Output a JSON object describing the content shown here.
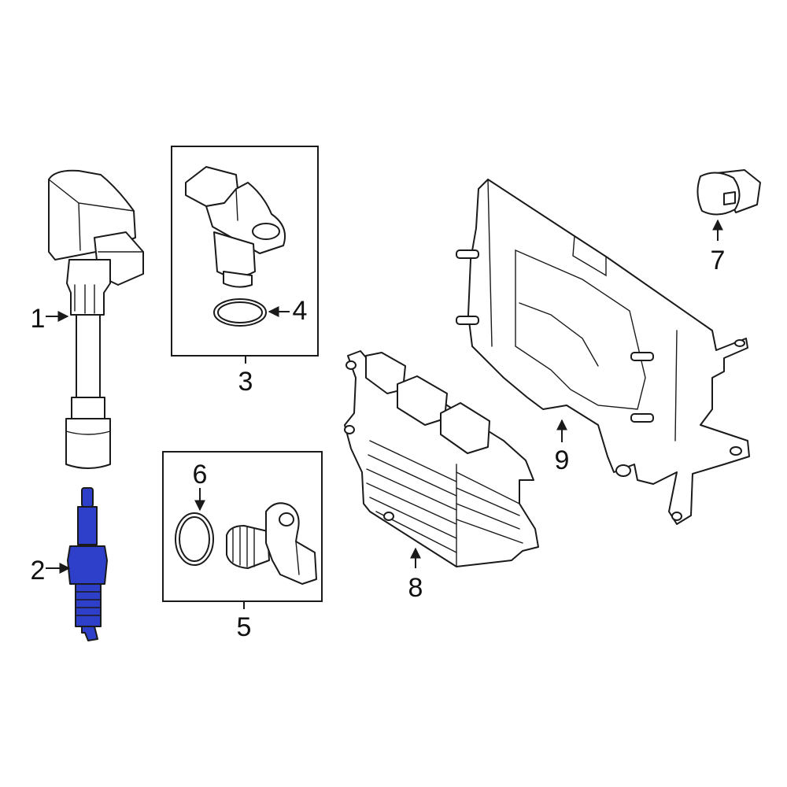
{
  "colors": {
    "line": "#1a1a1a",
    "highlight": "#2e3fc9",
    "background": "#ffffff"
  },
  "callouts": [
    {
      "id": "1",
      "label": "1"
    },
    {
      "id": "2",
      "label": "2"
    },
    {
      "id": "3",
      "label": "3"
    },
    {
      "id": "4",
      "label": "4"
    },
    {
      "id": "5",
      "label": "5"
    },
    {
      "id": "6",
      "label": "6"
    },
    {
      "id": "7",
      "label": "7"
    },
    {
      "id": "8",
      "label": "8"
    },
    {
      "id": "9",
      "label": "9"
    }
  ],
  "highlighted_part": "2"
}
